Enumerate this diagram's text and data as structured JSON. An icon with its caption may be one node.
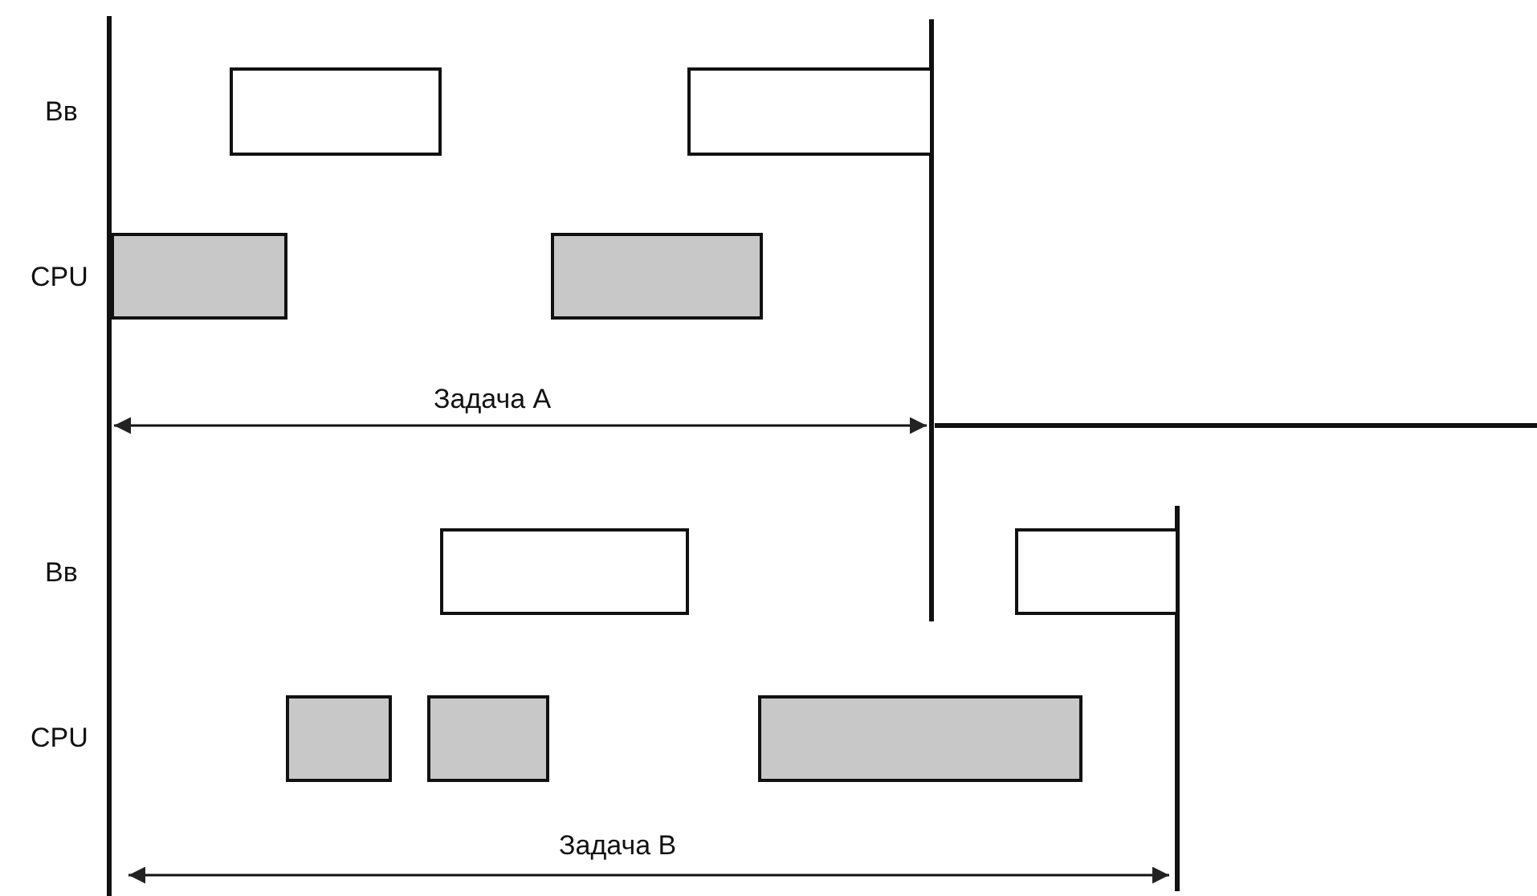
{
  "diagram": {
    "nodes": [
      {
        "text": [],
        "shape": "bar"
      },
      {
        "text": [],
        "shape": "bar"
      },
      {
        "text": [],
        "shape": "bar"
      },
      {
        "text": [],
        "shape": "bar"
      },
      {
        "text": [],
        "shape": "bar"
      },
      {
        "text": [],
        "shape": "bar"
      },
      {
        "text": [],
        "shape": "bar"
      },
      {
        "text": [],
        "shape": "bar"
      },
      {
        "text": [],
        "shape": "bar"
      }
    ],
    "labels": [
      "Вв",
      "CPU",
      "Задача A",
      "Вв",
      "CPU",
      "Задача B"
    ]
  }
}
